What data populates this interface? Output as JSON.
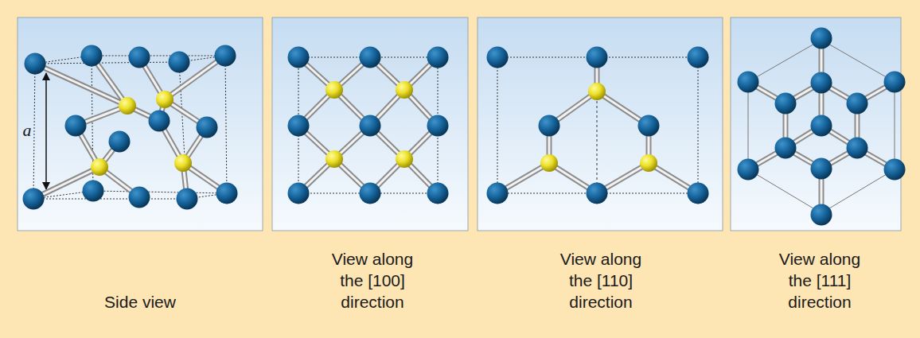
{
  "diagram": {
    "labels": [
      "a",
      "Side view",
      "View along the [100] direction",
      "View along the [110] direction",
      "View along the [111] direction"
    ]
  }
}
